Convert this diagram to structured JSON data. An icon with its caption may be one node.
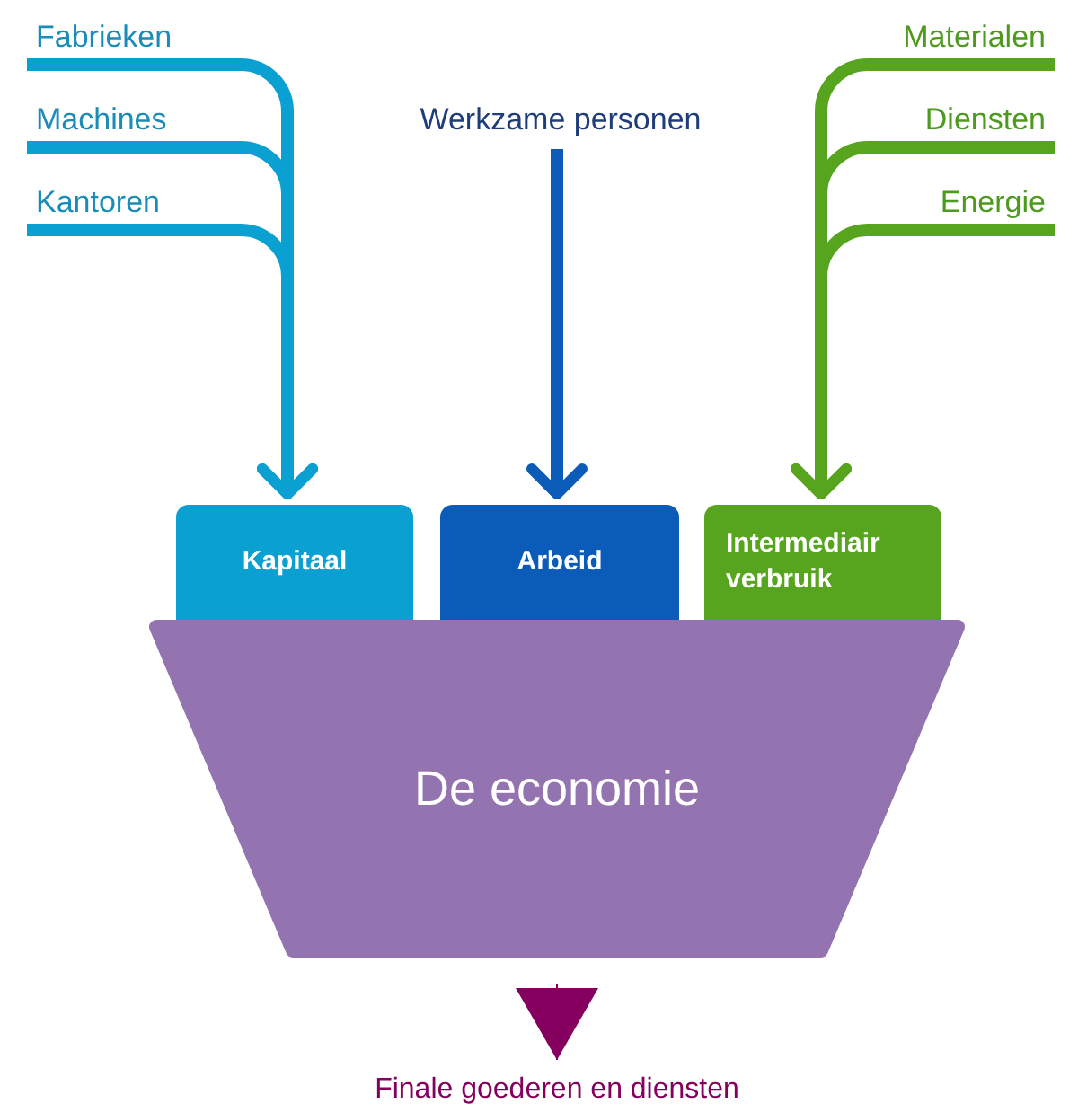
{
  "diagram": {
    "nodes": [
      {
        "text": [
          "Fabrieken"
        ]
      },
      {
        "text": [
          "Machines"
        ]
      },
      {
        "text": [
          "Kantoren"
        ]
      },
      {
        "text": [
          "Werkzame personen"
        ]
      },
      {
        "text": [
          "Materialen"
        ]
      },
      {
        "text": [
          "Diensten"
        ]
      },
      {
        "text": [
          "Energie"
        ]
      },
      {
        "text": [
          "Kapitaal"
        ]
      },
      {
        "text": [
          "Arbeid"
        ]
      },
      {
        "text": [
          "Intermediair verbruik"
        ]
      },
      {
        "text": [
          "De economie"
        ]
      },
      {
        "text": [
          "Finale goederen en diensten"
        ]
      }
    ],
    "edges": [
      {
        "from": 0,
        "to": 7,
        "arrow": "to",
        "color": "#0aa0d2"
      },
      {
        "from": 1,
        "to": 7,
        "arrow": "to",
        "color": "#0aa0d2"
      },
      {
        "from": 2,
        "to": 7,
        "arrow": "to",
        "color": "#0aa0d2"
      },
      {
        "from": 3,
        "to": 8,
        "arrow": "to",
        "color": "#0b5bb8"
      },
      {
        "from": 4,
        "to": 9,
        "arrow": "to",
        "color": "#57a51e"
      },
      {
        "from": 5,
        "to": 9,
        "arrow": "to",
        "color": "#57a51e"
      },
      {
        "from": 6,
        "to": 9,
        "arrow": "to",
        "color": "#57a51e"
      },
      {
        "from": 10,
        "to": 11,
        "arrow": "to",
        "color": "#85005e"
      }
    ]
  }
}
